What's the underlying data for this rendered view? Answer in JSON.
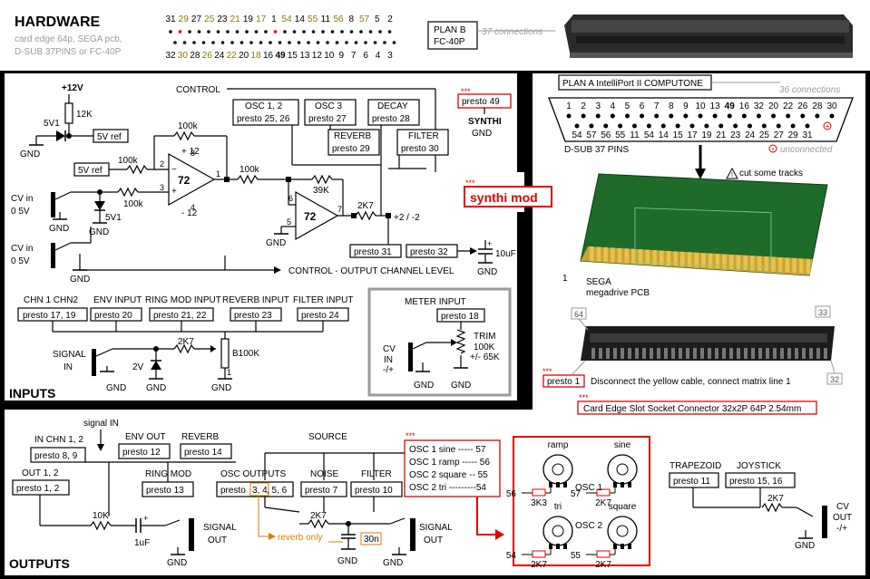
{
  "hardware": {
    "title": "HARDWARE",
    "desc": [
      "card edge 64p, SEGA pcb,",
      "D-SUB 37PINS or FC-40P"
    ],
    "pins_top": [
      "31",
      "29",
      "27",
      "25",
      "23",
      "21",
      "19",
      "17",
      "1",
      "54",
      "14",
      "55",
      "11",
      "56",
      "8",
      "57",
      "5",
      "2"
    ],
    "pins_bottom": [
      "32",
      "30",
      "28",
      "26",
      "24",
      "22",
      "20",
      "18",
      "16",
      "49",
      "15",
      "13",
      "12",
      "10",
      "9",
      "7",
      "6",
      "4",
      "3"
    ],
    "plan_b": [
      "PLAN B",
      "FC-40P"
    ],
    "plan_b_conn": "37 connections"
  },
  "plan_a": {
    "label": "PLAN A   IntelliPort II COMPUTONE",
    "conn": "36 connections",
    "row1": [
      "1",
      "2",
      "3",
      "4",
      "5",
      "6",
      "7",
      "8",
      "9",
      "10",
      "13",
      "49",
      "16",
      "32",
      "20",
      "22",
      "26",
      "28",
      "30"
    ],
    "row2": [
      "54",
      "57",
      "56",
      "55",
      "11",
      "54",
      "14",
      "15",
      "17",
      "19",
      "21",
      "23",
      "24",
      "25",
      "27",
      "29",
      "31"
    ],
    "dsub": "D-SUB 37 PINS",
    "unconnected": "unconnected",
    "cut": "cut some tracks",
    "pcb_num": "1",
    "pcb": [
      "SEGA",
      "megadrive PCB"
    ],
    "slot_64": "64",
    "slot_33": "33",
    "slot_32": "32",
    "slot_1": "presto 1",
    "slot_note": "Disconnect the yellow cable, connect matrix line 1",
    "slot_part": "Card Edge Slot Socket Connector 32x2P 64P 2.54mm",
    "stars": "***"
  },
  "synthi": {
    "label": "synthi mod",
    "p49": "presto 49",
    "synthi_gnd": [
      "SYNTHI",
      "GND"
    ]
  },
  "inputs": {
    "title": "INPUTS",
    "plus12": "+12V",
    "r12k": "12K",
    "d5v1": "5V1",
    "vref": "5V ref",
    "vref2": "5V ref",
    "control": "CONTROL",
    "osc12": [
      "OSC 1, 2",
      "presto 25, 26"
    ],
    "osc3": [
      "OSC 3",
      "presto 27"
    ],
    "decay": [
      "DECAY",
      "presto 28"
    ],
    "reverb": [
      "REVERB",
      "presto 29"
    ],
    "filter": [
      "FILTER",
      "presto 30"
    ],
    "r100k": "100k",
    "p12": "+ 12",
    "m12": "- 12",
    "opamp": "72",
    "pin1": "1",
    "pin2": "2",
    "pin3": "3",
    "pin4": "4",
    "pin5": "5",
    "pin6": "6",
    "pin7": "7",
    "pin8": "8",
    "r39k": "39K",
    "r2k7": "2K7",
    "pm2": "+2 / -2",
    "cv05": [
      "CV in",
      "0 5V"
    ],
    "p31": "presto 31",
    "p32": "presto 32",
    "cap10": "10uF",
    "ctrl_out": "CONTROL  -  OUTPUT CHANNEL LEVEL",
    "chn": "CHN 1   CHN2",
    "chn_p": "presto 17, 19",
    "env": "ENV INPUT",
    "env_p": "presto 20",
    "ring": "RING MOD INPUT",
    "ring_p": "presto 21, 22",
    "rev": "REVERB INPUT",
    "rev_p": "presto 23",
    "fil": "FILTER INPUT",
    "fil_p": "presto 24",
    "signal_in": [
      "SIGNAL",
      "IN"
    ],
    "d2v": "2V",
    "b100k": "B100K",
    "meter": "METER INPUT",
    "meter_p": "presto 18",
    "trim": [
      "TRIM",
      "100K",
      "+/- 65K"
    ],
    "cv_in": [
      "CV",
      "IN",
      "-/+"
    ],
    "gnd": "GND"
  },
  "outputs": {
    "title": "OUTPUTS",
    "signal_in": "signal IN",
    "in_chn": [
      "IN CHN 1, 2",
      "presto 8, 9"
    ],
    "env_out": [
      "ENV OUT",
      "presto 12"
    ],
    "reverb": [
      "REVERB",
      "presto 14"
    ],
    "ring": [
      "RING MOD",
      "presto 13"
    ],
    "out12": [
      "OUT 1, 2",
      "presto 1, 2"
    ],
    "source": "SOURCE",
    "osc_out": "OSC OUTPUTS",
    "osc_out_p": [
      "presto ",
      "3, 4",
      ", 5, 6"
    ],
    "noise": [
      "NOISE",
      "presto 7"
    ],
    "filter": [
      "FILTER",
      "presto 10"
    ],
    "r10k": "10K",
    "cap1": "1uF",
    "r2k7": "2K7",
    "c30n": "30n",
    "rev_only": "reverb only",
    "signal_out": [
      "SIGNAL",
      "OUT"
    ],
    "osc_list": [
      "OSC 1 sine ----- 57",
      "OSC 1 ramp ----- 56",
      "OSC 2 square -- 55",
      "OSC 2 tri  ---------54"
    ],
    "pots": {
      "ramp": "ramp",
      "sine": "sine",
      "osc1": "OSC 1",
      "tri": "tri",
      "square": "square",
      "osc2": "OSC 2"
    },
    "pot_pins": [
      "56",
      "57",
      "54",
      "55"
    ],
    "pot_r": [
      "3K3",
      "2K7",
      "2K7",
      "2K7"
    ],
    "trap": [
      "TRAPEZOID",
      "presto 11"
    ],
    "joy": [
      "JOYSTICK",
      "presto 15, 16"
    ],
    "cv_out": [
      "CV",
      "OUT",
      "-/+"
    ],
    "gnd": "GND"
  },
  "colors": {
    "accent_red": "#e00000",
    "olive": "#8a7a00",
    "gray": "#9a9a9a",
    "pcb": "#1f6b2a"
  }
}
